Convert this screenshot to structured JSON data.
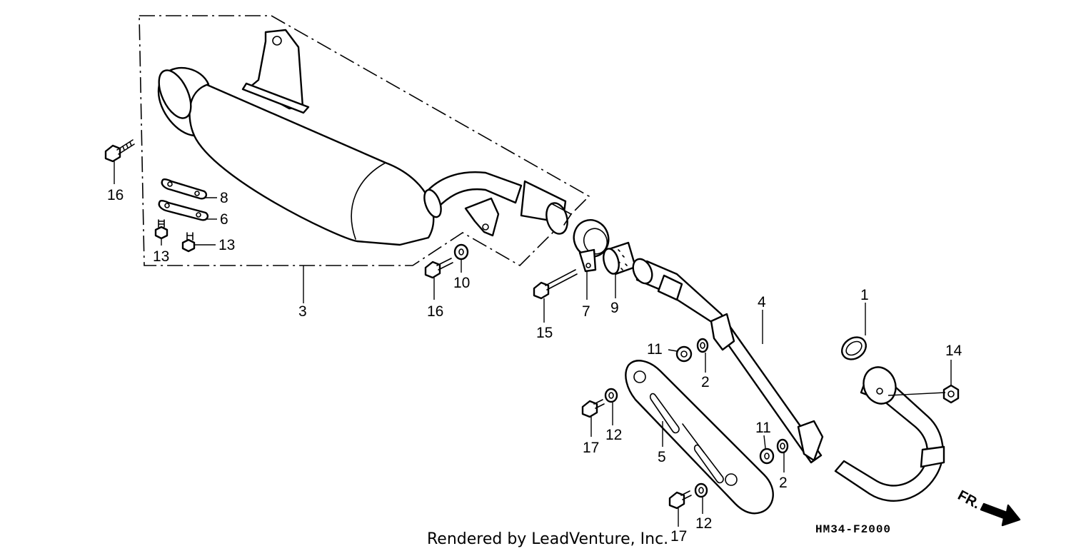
{
  "diagram": {
    "callouts": [
      {
        "id": "c1",
        "label": "1"
      },
      {
        "id": "c2a",
        "label": "2"
      },
      {
        "id": "c2b",
        "label": "2"
      },
      {
        "id": "c3",
        "label": "3"
      },
      {
        "id": "c4",
        "label": "4"
      },
      {
        "id": "c5",
        "label": "5"
      },
      {
        "id": "c6",
        "label": "6"
      },
      {
        "id": "c7",
        "label": "7"
      },
      {
        "id": "c8",
        "label": "8"
      },
      {
        "id": "c9",
        "label": "9"
      },
      {
        "id": "c10",
        "label": "10"
      },
      {
        "id": "c11a",
        "label": "11"
      },
      {
        "id": "c11b",
        "label": "11"
      },
      {
        "id": "c12a",
        "label": "12"
      },
      {
        "id": "c12b",
        "label": "12"
      },
      {
        "id": "c13a",
        "label": "13"
      },
      {
        "id": "c13b",
        "label": "13"
      },
      {
        "id": "c14",
        "label": "14"
      },
      {
        "id": "c15",
        "label": "15"
      },
      {
        "id": "c16a",
        "label": "16"
      },
      {
        "id": "c16b",
        "label": "16"
      },
      {
        "id": "c17a",
        "label": "17"
      },
      {
        "id": "c17b",
        "label": "17"
      }
    ],
    "diagram_code": "HM34-F2000",
    "direction_label": "FR.",
    "footer": "Rendered by LeadVenture, Inc."
  }
}
